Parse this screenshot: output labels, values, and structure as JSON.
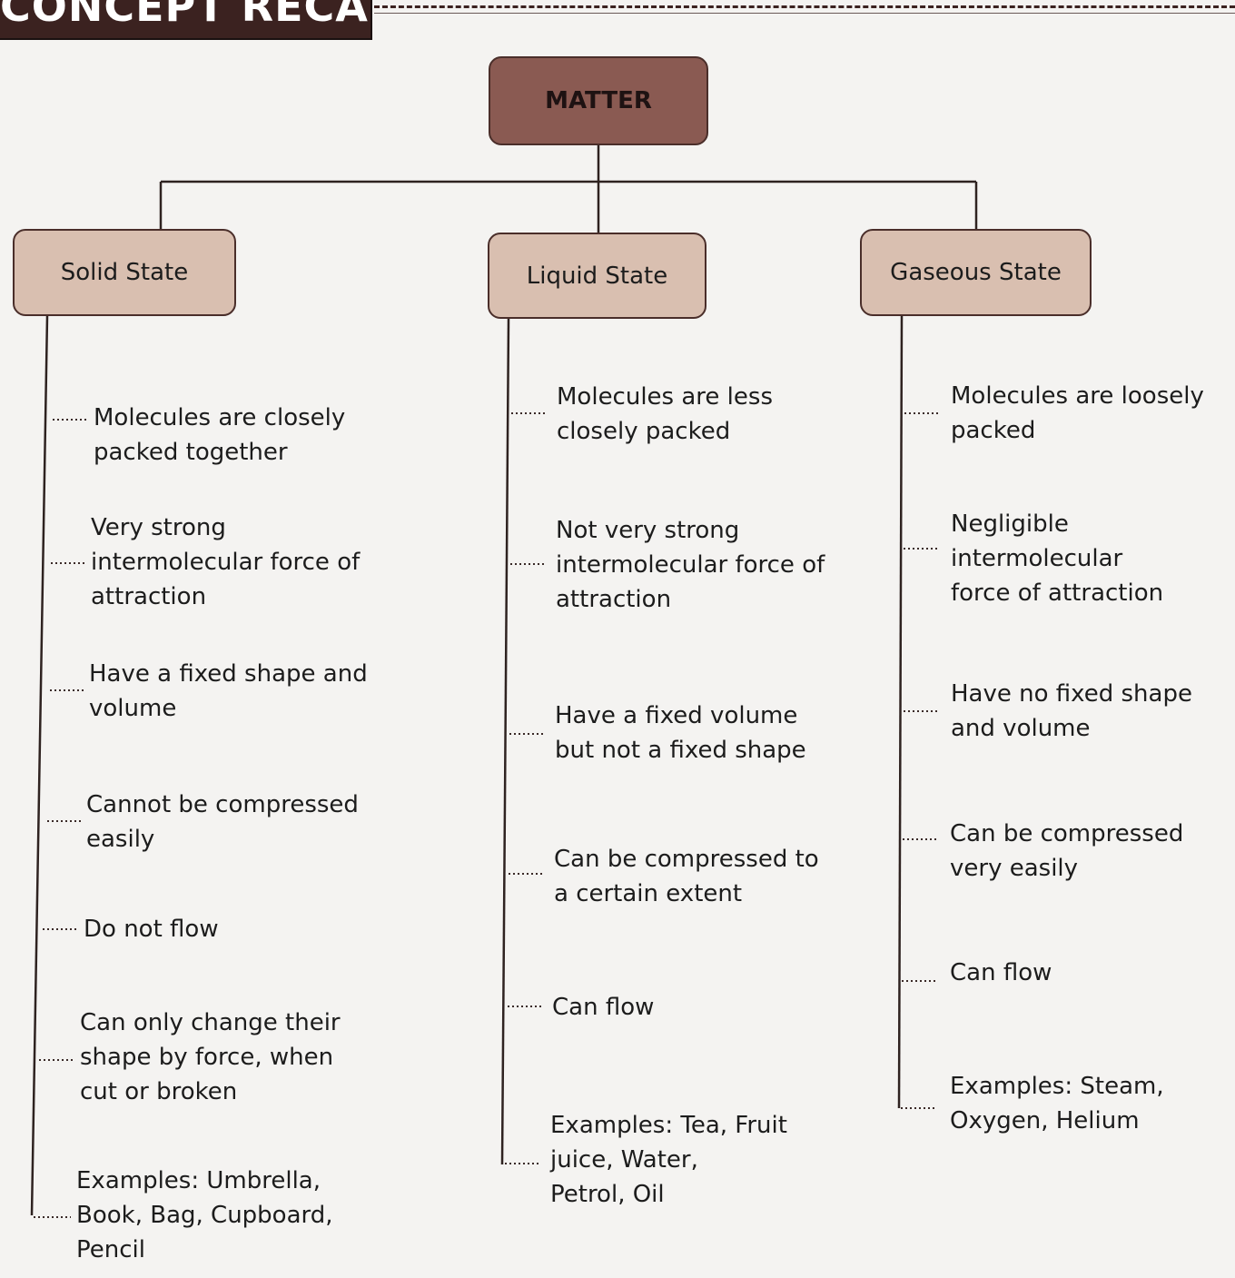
{
  "header": {
    "title": "CONCEPT RECALL"
  },
  "root": {
    "label": "MATTER"
  },
  "states": [
    {
      "label": "Solid State",
      "properties": [
        "Molecules are closely\npacked together",
        "Very strong\nintermolecular force of\nattraction",
        "Have a fixed shape and\nvolume",
        "Cannot be compressed\neasily",
        "Do not flow",
        "Can only change their\nshape by force, when\ncut or broken",
        "Examples:  Umbrella,\nBook, Bag, Cupboard,\nPencil"
      ]
    },
    {
      "label": "Liquid State",
      "properties": [
        "Molecules are less\nclosely packed",
        "Not very strong\nintermolecular force of\nattraction",
        "Have a fixed volume\nbut not a fixed shape",
        "Can be compressed to\na certain extent",
        "Can flow",
        "Examples: Tea, Fruit\njuice, Water,\nPetrol, Oil"
      ]
    },
    {
      "label": "Gaseous State",
      "properties": [
        "Molecules are loosely\npacked",
        "Negligible\nintermolecular\nforce of attraction",
        "Have no fixed shape\nand  volume",
        "Can be compressed\nvery easily",
        "Can flow",
        "Examples: Steam,\nOxygen, Helium"
      ]
    }
  ],
  "colors": {
    "root_fill": "#8a5a52",
    "state_fill": "#d9bfb0",
    "border": "#4a2e2a",
    "header_fill": "#3b2220"
  }
}
